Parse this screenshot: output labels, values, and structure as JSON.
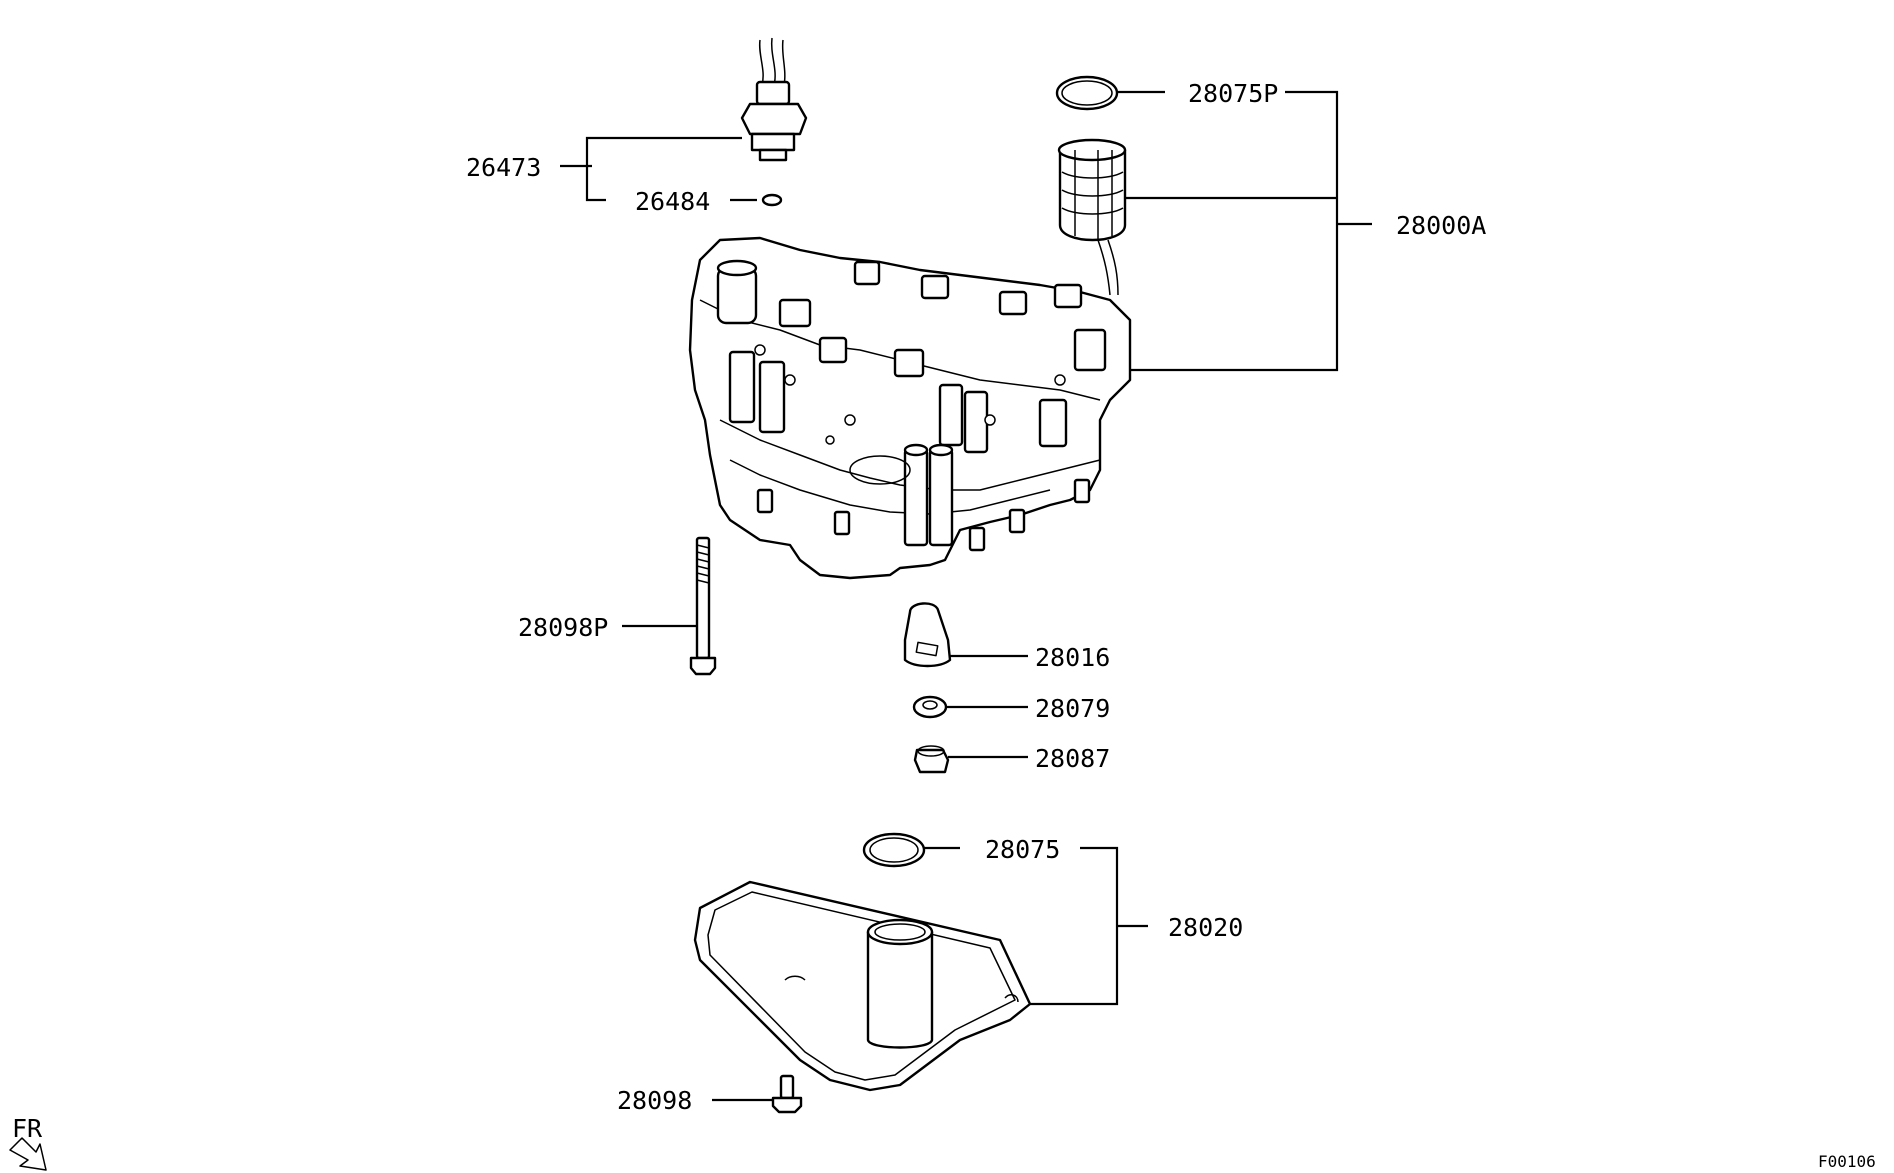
{
  "diagram": {
    "labels": {
      "p26473": "26473",
      "p26484": "26484",
      "p28075P": "28075P",
      "p28000A": "28000A",
      "p28098P": "28098P",
      "p28016": "28016",
      "p28079": "28079",
      "p28087": "28087",
      "p28075": "28075",
      "p28020": "28020",
      "p28098": "28098"
    },
    "direction": {
      "text": "FR"
    },
    "figure_code": "F00106"
  }
}
